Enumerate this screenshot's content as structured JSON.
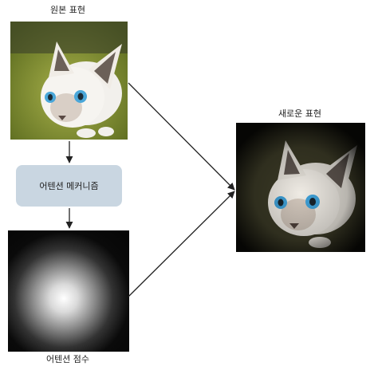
{
  "original": {
    "label": "원본 표현"
  },
  "attention_mechanism": {
    "label": "어텐션 메커니즘"
  },
  "attention_scores": {
    "label": "어텐션 점수"
  },
  "new_representation": {
    "label": "새로운 표현"
  },
  "colors": {
    "box_fill": "#c9d6e1",
    "arrow": "#222222",
    "mask_dark": "#050505",
    "mask_light": "#ffffff"
  },
  "icons": {
    "original_image": "white-siamese-cat-photo",
    "attention_map": "radial-gradient-attention-mask",
    "new_image": "attention-weighted-cat-photo"
  }
}
